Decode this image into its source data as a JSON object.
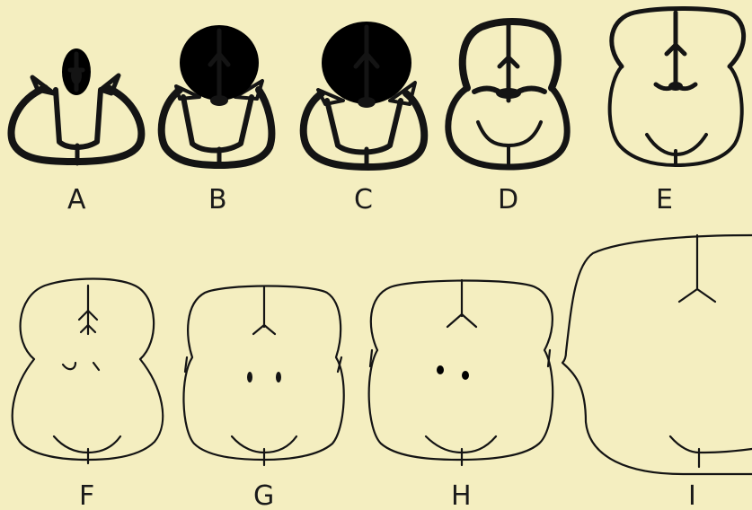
{
  "figure": {
    "background": "#f4eec0",
    "ink": "#141414",
    "panels": [
      {
        "id": "A",
        "label": "A"
      },
      {
        "id": "B",
        "label": "B"
      },
      {
        "id": "C",
        "label": "C"
      },
      {
        "id": "D",
        "label": "D"
      },
      {
        "id": "E",
        "label": "E"
      },
      {
        "id": "F",
        "label": "F"
      },
      {
        "id": "G",
        "label": "G"
      },
      {
        "id": "H",
        "label": "H"
      },
      {
        "id": "I",
        "label": "I"
      }
    ]
  }
}
